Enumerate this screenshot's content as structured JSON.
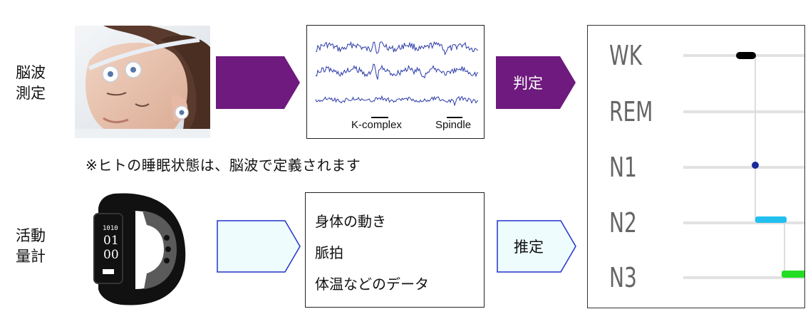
{
  "eeg": {
    "side_label_line1": "脳波",
    "side_label_line2": "測定",
    "annotation_kcomplex": "K-complex",
    "annotation_spindle": "Spindle",
    "arrow_label": "判定"
  },
  "note": "※ヒトの睡眠状態は、脳波で定義されます",
  "activity": {
    "side_label_line1": "活動",
    "side_label_line2": "量計",
    "device_display": [
      "1010",
      "01",
      "00"
    ],
    "features": [
      "身体の動き",
      "脈拍",
      "体温などのデータ"
    ],
    "arrow_label": "推定"
  },
  "hypnogram": {
    "stages": [
      "WK",
      "REM",
      "N1",
      "N2",
      "N3"
    ],
    "colors": {
      "WK": "#000000",
      "N1": "#1a2a9a",
      "N2": "#22c0ee",
      "N3": "#22dd22",
      "gridline": "#e2e2e2",
      "connector": "#dddddd"
    }
  },
  "colors": {
    "arrow_purple": "#6e1a7e",
    "arrow_light_fill": "#eefcfd",
    "arrow_light_stroke": "#2233cc"
  }
}
